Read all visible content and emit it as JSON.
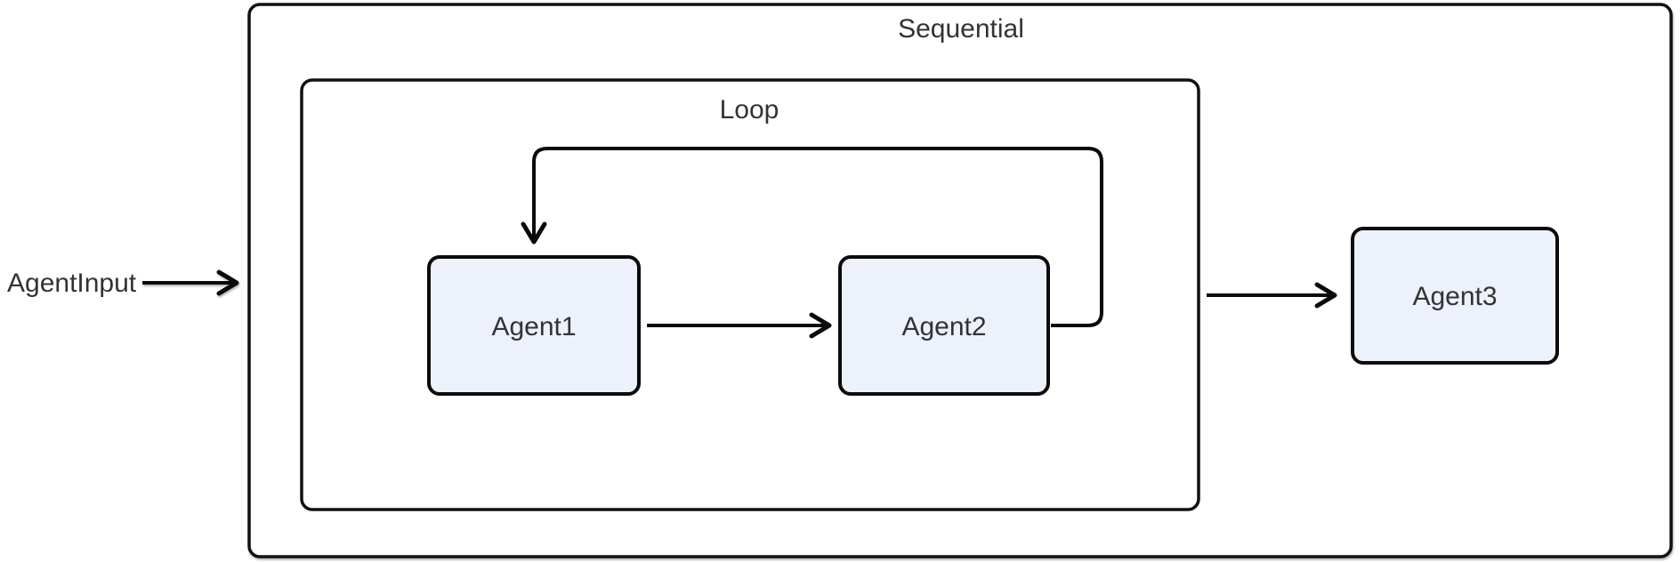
{
  "diagram": {
    "type": "flowchart",
    "orientation": "left-to-right",
    "colors": {
      "background": "#ffffff",
      "node_fill": "#edf1fb",
      "node_border": "#0b0b0b",
      "container_border": "#111111",
      "edge_color": "#0b0b0b",
      "text_color": "#333333"
    },
    "containers": {
      "sequential": {
        "label": "Sequential"
      },
      "loop": {
        "label": "Loop"
      }
    },
    "nodes": {
      "agent1": {
        "label": "Agent1"
      },
      "agent2": {
        "label": "Agent2"
      },
      "agent3": {
        "label": "Agent3"
      }
    },
    "external_input": {
      "label": "AgentInput"
    },
    "edges": [
      {
        "from": "AgentInput",
        "to": "Sequential",
        "kind": "arrow"
      },
      {
        "from": "Agent1",
        "to": "Agent2",
        "kind": "arrow"
      },
      {
        "from": "Agent2",
        "to": "Agent1",
        "kind": "loop-back-arrow"
      },
      {
        "from": "Loop",
        "to": "Agent3",
        "kind": "arrow"
      }
    ]
  }
}
